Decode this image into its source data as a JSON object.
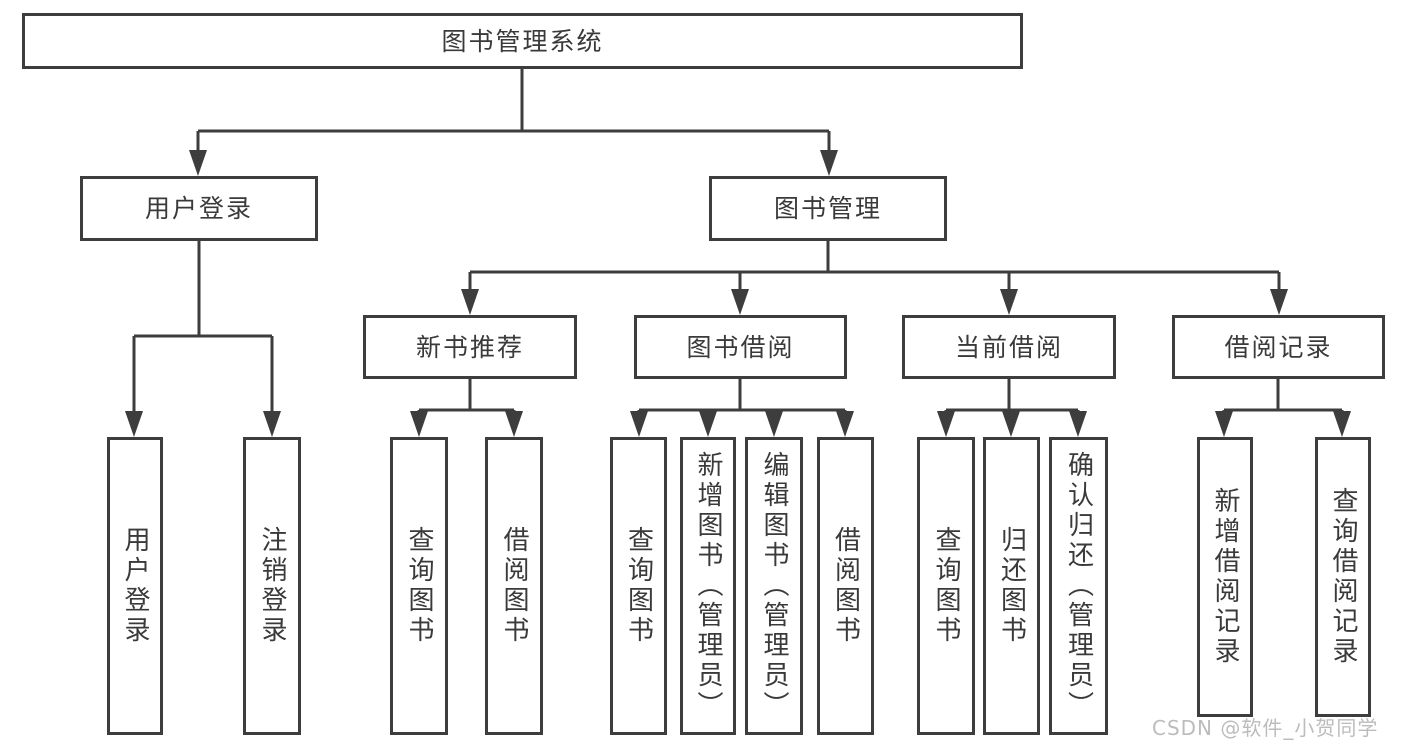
{
  "tree": {
    "label": "图书管理系统",
    "children": [
      {
        "label": "用户登录",
        "children": [
          {
            "label": "用户登录"
          },
          {
            "label": "注销登录"
          }
        ]
      },
      {
        "label": "图书管理",
        "children": [
          {
            "label": "新书推荐",
            "children": [
              {
                "label": "查询图书"
              },
              {
                "label": "借阅图书"
              }
            ]
          },
          {
            "label": "图书借阅",
            "children": [
              {
                "label": "查询图书"
              },
              {
                "label": "新增图书（管理员）"
              },
              {
                "label": "编辑图书（管理员）"
              },
              {
                "label": "借阅图书"
              }
            ]
          },
          {
            "label": "当前借阅",
            "children": [
              {
                "label": "查询图书"
              },
              {
                "label": "归还图书"
              },
              {
                "label": "确认归还（管理员）"
              }
            ]
          },
          {
            "label": "借阅记录",
            "children": [
              {
                "label": "新增借阅记录"
              },
              {
                "label": "查询借阅记录"
              }
            ]
          }
        ]
      }
    ]
  },
  "watermark": {
    "text": "CSDN @软件_小贺同学"
  },
  "colors": {
    "line": "#3d3d3d",
    "text": "#3a3a3a",
    "box_bg": "#ffffff",
    "watermark": "#bcbcbc",
    "background": "#ffffff"
  }
}
